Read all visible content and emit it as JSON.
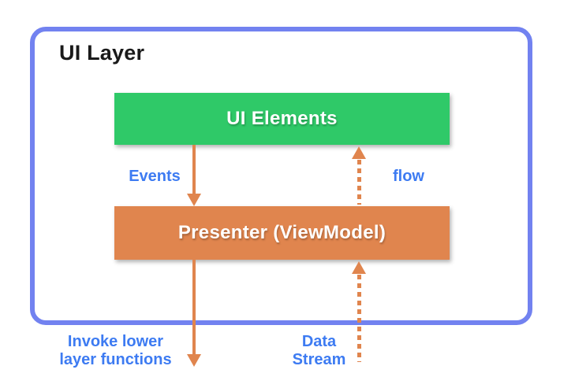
{
  "title": "UI Layer",
  "boxes": {
    "ui_elements": {
      "label": "UI Elements",
      "fill": "#2FC968"
    },
    "presenter": {
      "label": "Presenter (ViewModel)",
      "fill": "#E0854E"
    }
  },
  "arrows": {
    "events": {
      "label": "Events",
      "style": "solid",
      "direction": "down"
    },
    "flow": {
      "label": "flow",
      "style": "dashed",
      "direction": "up"
    },
    "invoke": {
      "label_line1": "Invoke lower",
      "label_line2": "layer functions",
      "style": "solid",
      "direction": "down"
    },
    "data_stream": {
      "label_line1": "Data",
      "label_line2": "Stream",
      "style": "dashed",
      "direction": "up"
    }
  },
  "colors": {
    "container_border": "#7282F0",
    "arrow_orange": "#E0854E",
    "label_blue": "#3D7BF2",
    "box_text": "#FFFFFF",
    "title_text": "#1A1A1A",
    "background": "#FFFFFF"
  }
}
